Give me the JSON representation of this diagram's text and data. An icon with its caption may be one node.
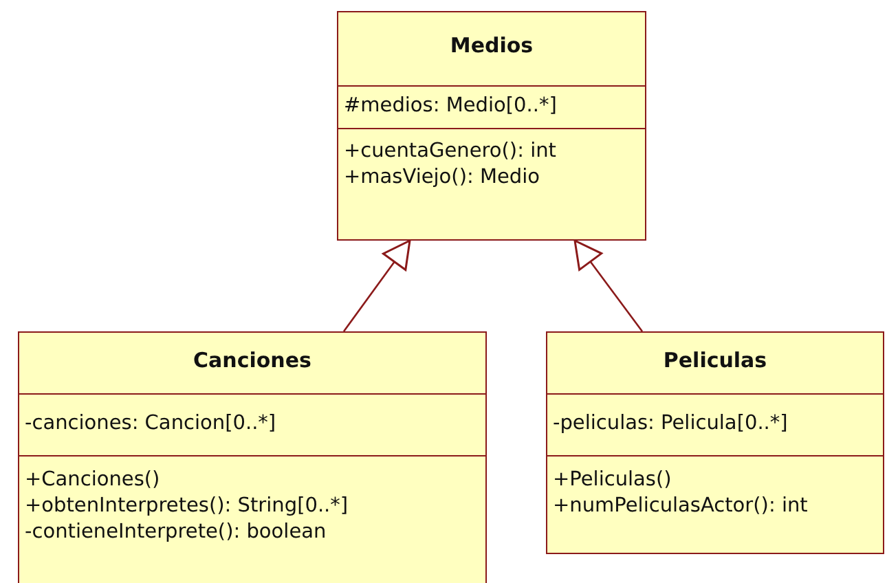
{
  "diagram": {
    "nodes": [
      {
        "text": [
          "Medios",
          "#medios: Medio[0..*]",
          "+cuentaGenero(): int",
          "+masViejo(): Medio"
        ]
      },
      {
        "text": [
          "Canciones",
          "-canciones: Cancion[0..*]",
          "+Canciones()",
          "+obtenInterpretes(): String[0..*]",
          "-contieneInterprete(): boolean"
        ]
      },
      {
        "text": [
          "Peliculas",
          "-peliculas: Pelicula[0..*]",
          "+Peliculas()",
          "+numPeliculasActor(): int"
        ]
      }
    ],
    "edges": [
      {
        "from": 1,
        "to": 0,
        "arrow": "to"
      },
      {
        "from": 2,
        "to": 0,
        "arrow": "to"
      }
    ]
  }
}
